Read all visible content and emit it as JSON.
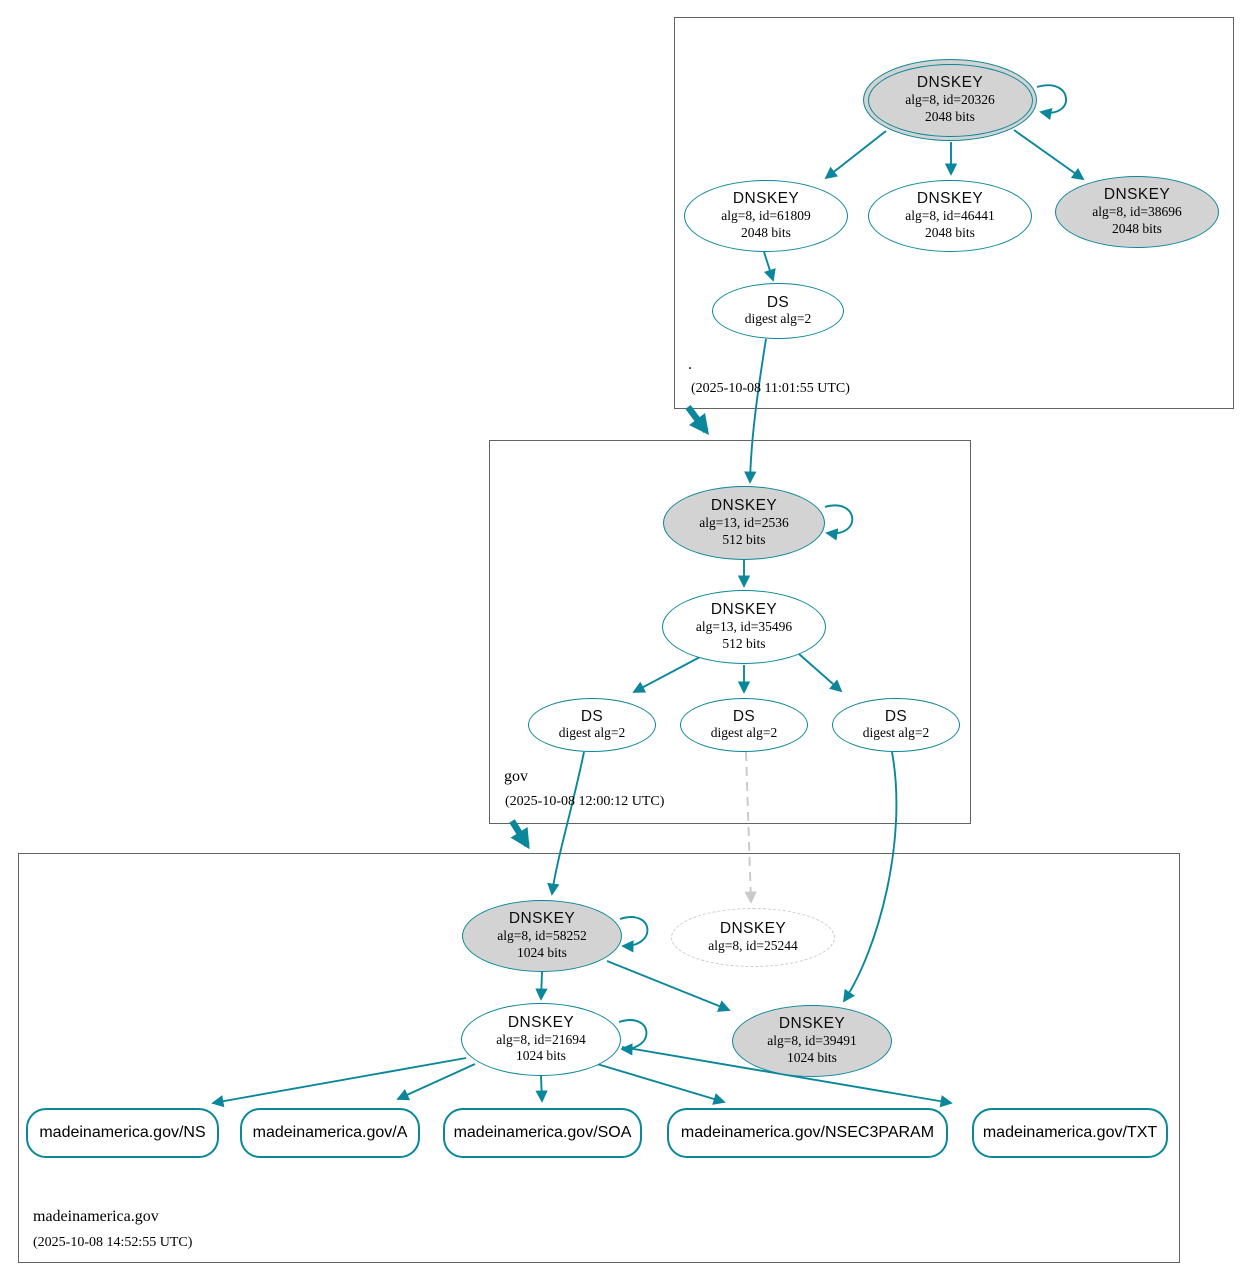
{
  "colors": {
    "edge_teal": "#0a879a",
    "ksk_fill": "#d3d3d3",
    "dashed_gray": "#c9c9c9",
    "zone_border": "#636363"
  },
  "zones": {
    "root": {
      "label": ".",
      "timestamp": "(2025-10-08 11:01:55 UTC)",
      "ksk_20326": {
        "type": "DNSKEY",
        "alg": "alg=8, id=20326",
        "bits": "2048 bits"
      },
      "zsk_61809": {
        "type": "DNSKEY",
        "alg": "alg=8, id=61809",
        "bits": "2048 bits"
      },
      "zsk_46441": {
        "type": "DNSKEY",
        "alg": "alg=8, id=46441",
        "bits": "2048 bits"
      },
      "ksk_38696": {
        "type": "DNSKEY",
        "alg": "alg=8, id=38696",
        "bits": "2048 bits"
      },
      "ds": {
        "type": "DS",
        "digest": "digest alg=2"
      }
    },
    "gov": {
      "label": "gov",
      "timestamp": "(2025-10-08 12:00:12 UTC)",
      "ksk_2536": {
        "type": "DNSKEY",
        "alg": "alg=13, id=2536",
        "bits": "512 bits"
      },
      "zsk_35496": {
        "type": "DNSKEY",
        "alg": "alg=13, id=35496",
        "bits": "512 bits"
      },
      "ds_left": {
        "type": "DS",
        "digest": "digest alg=2"
      },
      "ds_mid": {
        "type": "DS",
        "digest": "digest alg=2"
      },
      "ds_right": {
        "type": "DS",
        "digest": "digest alg=2"
      }
    },
    "madeinamerica": {
      "label": "madeinamerica.gov",
      "timestamp": "(2025-10-08 14:52:55 UTC)",
      "ksk_58252": {
        "type": "DNSKEY",
        "alg": "alg=8, id=58252",
        "bits": "1024 bits"
      },
      "dnskey_25244": {
        "type": "DNSKEY",
        "alg": "alg=8, id=25244"
      },
      "zsk_21694": {
        "type": "DNSKEY",
        "alg": "alg=8, id=21694",
        "bits": "1024 bits"
      },
      "zsk_39491": {
        "type": "DNSKEY",
        "alg": "alg=8, id=39491",
        "bits": "1024 bits"
      },
      "rrsets": {
        "ns": "madeinamerica.gov/NS",
        "a": "madeinamerica.gov/A",
        "soa": "madeinamerica.gov/SOA",
        "nsec3param": "madeinamerica.gov/NSEC3PARAM",
        "txt": "madeinamerica.gov/TXT"
      }
    }
  }
}
